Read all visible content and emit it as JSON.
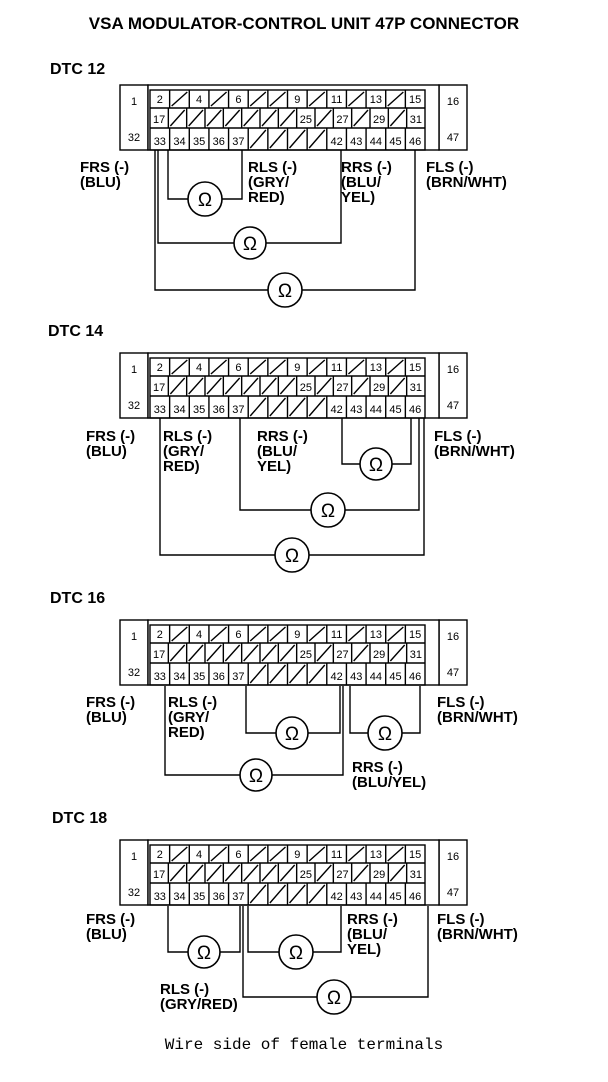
{
  "title": "VSA MODULATOR-CONTROL UNIT 47P CONNECTOR",
  "footer": "Wire side of female terminals",
  "ohm_symbol": "Ω",
  "pins": {
    "left_top": "1",
    "left_bottom": "32",
    "right_top": "16",
    "right_bottom": "47",
    "row1": [
      "2",
      "",
      "4",
      "",
      "6",
      "",
      "",
      "9",
      "",
      "11",
      "",
      "13",
      "",
      "15"
    ],
    "row2": [
      "17",
      "",
      "",
      "",
      "",
      "",
      "",
      "",
      "25",
      "",
      "27",
      "",
      "29",
      "",
      "31"
    ],
    "row3": [
      "33",
      "34",
      "35",
      "36",
      "37",
      "",
      "",
      "",
      "",
      "42",
      "43",
      "44",
      "45",
      "46"
    ]
  },
  "panels": [
    {
      "dtc": "DTC 12",
      "labels": [
        {
          "lines": [
            "FRS (-)",
            "(BLU)"
          ]
        },
        {
          "lines": [
            "RLS (-)",
            "(GRY/",
            "RED)"
          ]
        },
        {
          "lines": [
            "RRS (-)",
            "(BLU/",
            "YEL)"
          ]
        },
        {
          "lines": [
            "FLS (-)",
            "(BRN/WHT)"
          ]
        }
      ]
    },
    {
      "dtc": "DTC 14",
      "labels": [
        {
          "lines": [
            "FRS (-)",
            "(BLU)"
          ]
        },
        {
          "lines": [
            "RLS (-)",
            "(GRY/",
            "RED)"
          ]
        },
        {
          "lines": [
            "RRS (-)",
            "(BLU/",
            "YEL)"
          ]
        },
        {
          "lines": [
            "FLS (-)",
            "(BRN/WHT)"
          ]
        }
      ]
    },
    {
      "dtc": "DTC 16",
      "labels": [
        {
          "lines": [
            "FRS (-)",
            "(BLU)"
          ]
        },
        {
          "lines": [
            "RLS (-)",
            "(GRY/",
            "RED)"
          ]
        },
        {
          "lines": [
            "FLS (-)",
            "(BRN/WHT)"
          ]
        },
        {
          "lines": [
            "RRS (-)",
            "(BLU/YEL)"
          ]
        }
      ]
    },
    {
      "dtc": "DTC 18",
      "labels": [
        {
          "lines": [
            "FRS (-)",
            "(BLU)"
          ]
        },
        {
          "lines": [
            "RRS (-)",
            "(BLU/",
            "YEL)"
          ]
        },
        {
          "lines": [
            "FLS (-)",
            "(BRN/WHT)"
          ]
        },
        {
          "lines": [
            "RLS (-)",
            "(GRY/RED)"
          ]
        }
      ]
    }
  ]
}
